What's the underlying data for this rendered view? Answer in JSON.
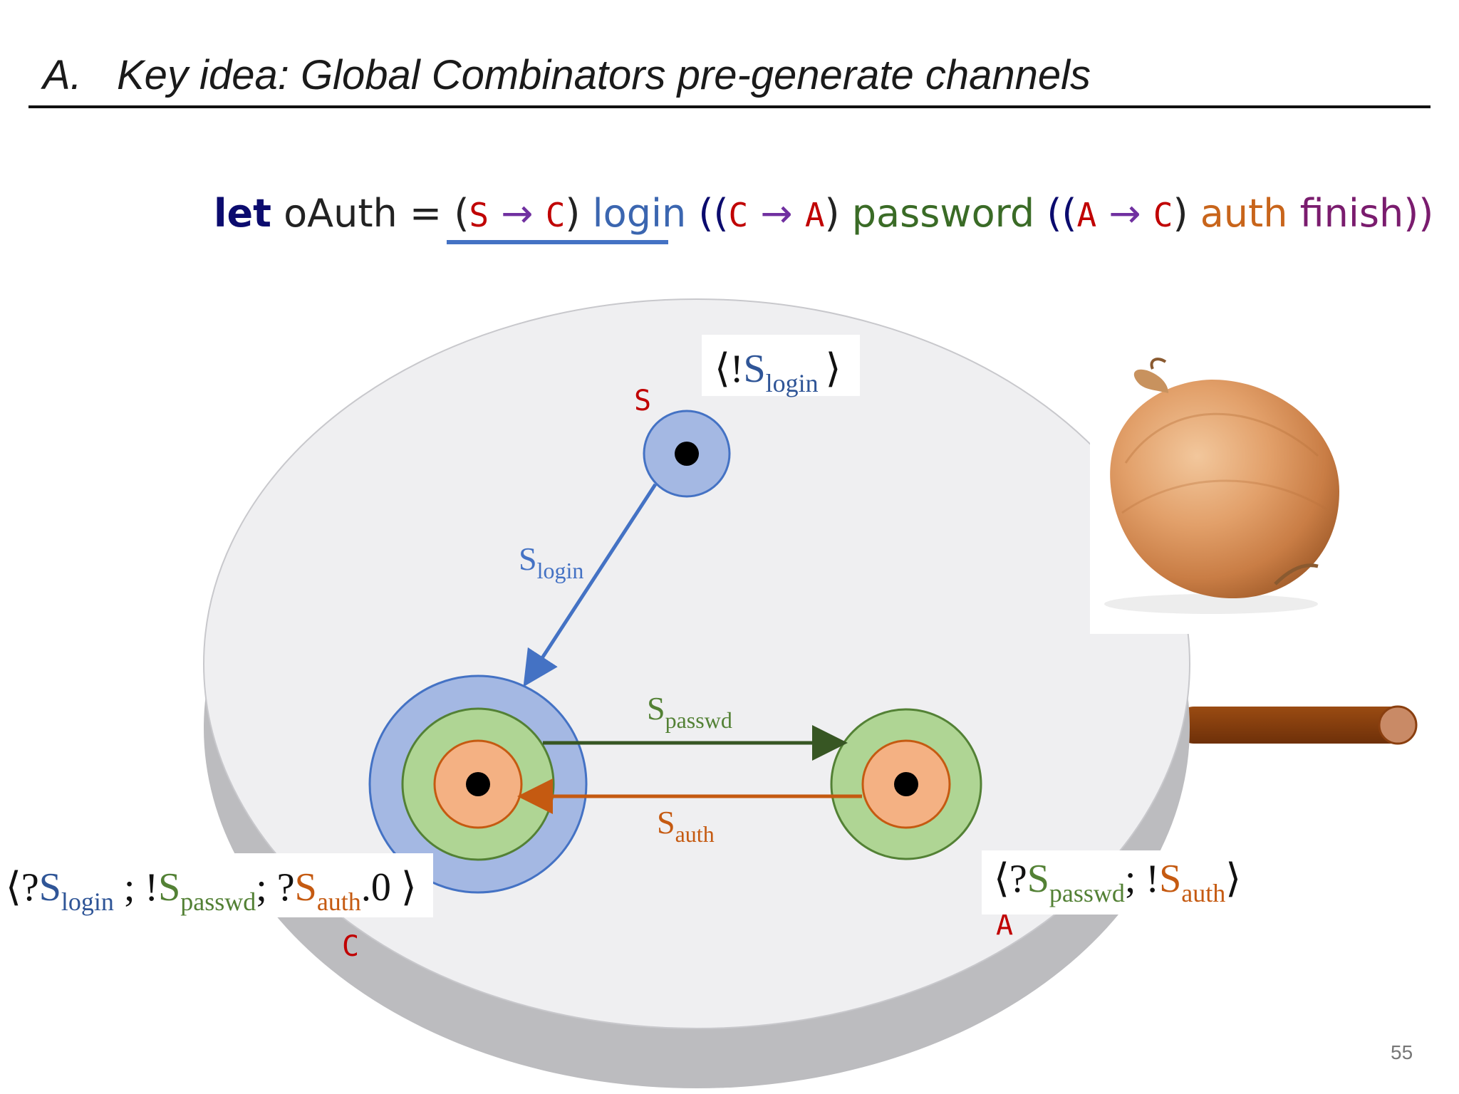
{
  "title": {
    "number": "A.",
    "text": "Key idea: Global Combinators pre-generate channels"
  },
  "code": {
    "kw_let": "let",
    "name": "oAuth",
    "eq": "=",
    "open1": "(",
    "r1_from": "S",
    "r1_to": "C",
    "arrow": "→",
    "close1": ")",
    "label1": "login",
    "open2": "((",
    "r2_from": "C",
    "r2_to": "A",
    "close2": ")",
    "label2": "password",
    "open3": "((",
    "r3_from": "A",
    "r3_to": "C",
    "close3": ")",
    "label3": "auth",
    "finish": "finish",
    "tail": "))"
  },
  "diagram": {
    "roles": {
      "s": "S",
      "c": "C",
      "a": "A"
    },
    "edges": {
      "login": {
        "base": "S",
        "sub": "login"
      },
      "passwd": {
        "base": "S",
        "sub": "passwd"
      },
      "auth": {
        "base": "S",
        "sub": "auth"
      }
    },
    "types": {
      "s": {
        "open": "⟨!",
        "base": "S",
        "sub": "login",
        "close": "⟩"
      },
      "c": {
        "open": "⟨?",
        "b1": "S",
        "s1": "login",
        "sep1": " ; !",
        "b2": "S",
        "s2": "passwd",
        "sep2": "; ?",
        "b3": "S",
        "s3": "auth",
        "end": ".0 ⟩"
      },
      "a": {
        "open": "⟨?",
        "b1": "S",
        "s1": "passwd",
        "sep": "; !",
        "b2": "S",
        "s2": "auth",
        "close": "⟩"
      }
    }
  },
  "colors": {
    "login": "#4472c4",
    "passwd": "#375623",
    "auth": "#c55a11",
    "role": "#c00000",
    "ring_blue": "#a4b8e3",
    "ring_green": "#afd594",
    "ring_orange": "#f4b183",
    "plate_top": "#efeff1",
    "plate_side": "#bfbfc2",
    "handle": "#843c0c"
  },
  "page_number": "55"
}
